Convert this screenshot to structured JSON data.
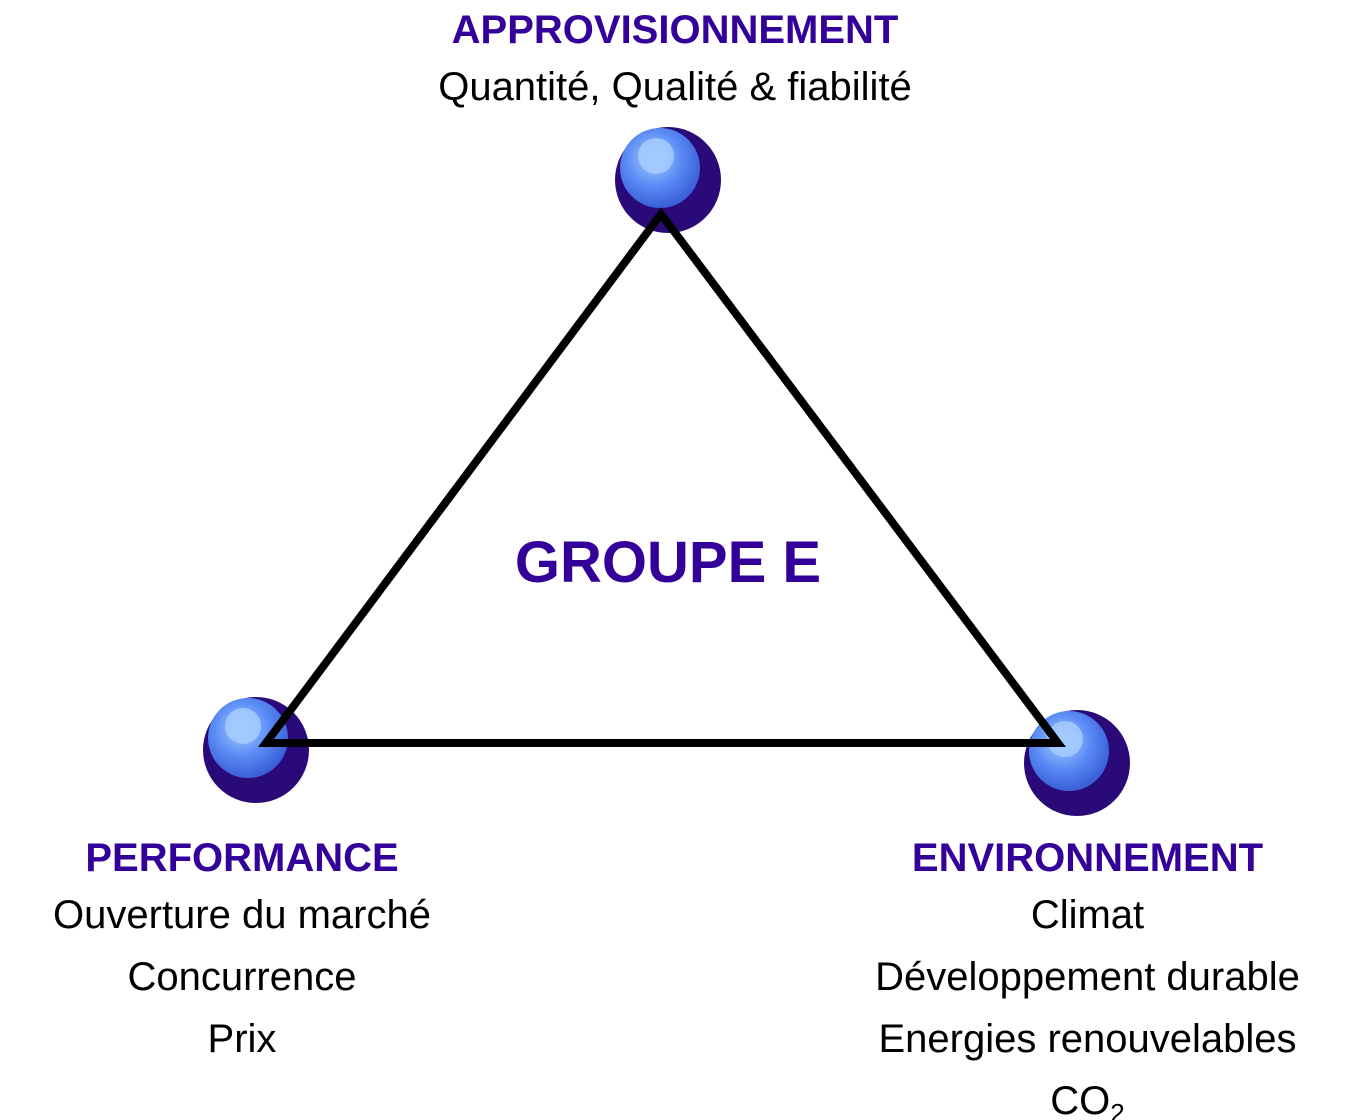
{
  "center": {
    "label": "GROUPE E"
  },
  "nodes": {
    "top": {
      "title": "APPROVISIONNEMENT",
      "lines": [
        "Quantité, Qualité & fiabilité"
      ]
    },
    "left": {
      "title": "PERFORMANCE",
      "lines": [
        "Ouverture du marché",
        "Concurrence",
        "Prix"
      ]
    },
    "right": {
      "title": "ENVIRONNEMENT",
      "lines": [
        "Climat",
        "Développement durable",
        "Energies renouvelables"
      ],
      "formula": {
        "base": "CO",
        "subscript": "2"
      }
    }
  },
  "colors": {
    "heading": "#330099",
    "text": "#000000",
    "sphere_dark": "#2a0a78",
    "sphere_mid": "#5b8cf5",
    "sphere_light": "#9cc6ff",
    "triangle_stroke": "#000000"
  }
}
